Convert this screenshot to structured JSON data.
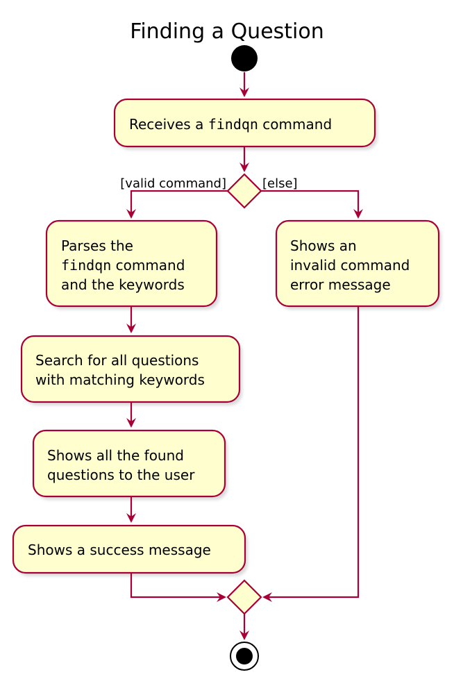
{
  "title": "Finding a Question",
  "colors": {
    "box_fill": "#fefece",
    "border": "#a80036",
    "node": "#000000"
  },
  "activities": {
    "receive": {
      "line1_pre": "Receives a ",
      "line1_code": "findqn",
      "line1_post": " command"
    },
    "parse": {
      "line1": "Parses the",
      "line2_code": "findqn",
      "line2_post": " command",
      "line3": "and the keywords"
    },
    "invalid": {
      "line1": "Shows an",
      "line2": "invalid command",
      "line3": "error message"
    },
    "search": {
      "line1": "Search for all questions",
      "line2": "with matching keywords"
    },
    "show_found": {
      "line1": "Shows all the found",
      "line2": "questions to the user"
    },
    "success": {
      "line1": "Shows a success message"
    }
  },
  "guards": {
    "valid": "[valid command]",
    "else": "[else]"
  }
}
